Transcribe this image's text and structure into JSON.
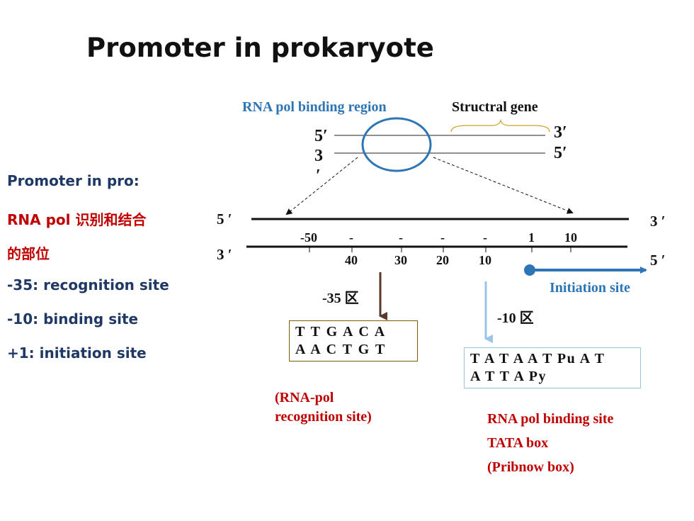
{
  "title": "Promoter in prokaryote",
  "left_panel": {
    "heading": "Promoter in pro:",
    "line1": "RNA pol 识别和结合",
    "line2": "的部位",
    "line3": "-35: recognition site",
    "line4": "-10: binding site",
    "line5": "+1: initiation site"
  },
  "top_diagram": {
    "binding_region_label": "RNA pol binding region",
    "structural_gene_label": "Structral gene",
    "left_top": "5′",
    "left_bottom_a": "3",
    "left_bottom_b": "′",
    "right_top": "3′",
    "right_bottom": "5′"
  },
  "main_strand": {
    "left_top": "5 ′",
    "left_bottom": "3 ′",
    "right_top": "3 ′",
    "right_bottom": "5 ′",
    "tick_top": [
      "-50",
      "-",
      "-",
      "-",
      "-",
      "1",
      "10"
    ],
    "tick_bottom": [
      "40",
      "30",
      "20",
      "10"
    ],
    "initiation_label": "Initiation site"
  },
  "region35": {
    "label": "-35 区",
    "seq_line1": "T T G A C A",
    "seq_line2": "A A C T G T",
    "note_line1": "(RNA-pol",
    "note_line2": "recognition site)"
  },
  "region10": {
    "label": "-10 区",
    "seq_line1": "T A T A A T Pu A T",
    "seq_line2": "A T T A Py",
    "note_line1": "RNA pol binding site",
    "note_line2": "TATA box",
    "note_line3": "(Pribnow box)"
  },
  "colors": {
    "navy": "#1f3864",
    "red": "#c00000",
    "blue": "#2e75b6",
    "brown_arrow": "#5b3a29",
    "light_blue_arrow": "#9dc3e6",
    "brace": "#c9a227"
  }
}
